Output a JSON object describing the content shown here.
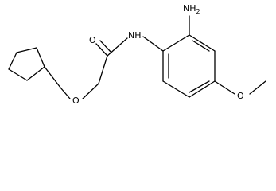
{
  "structure": {
    "atoms": {
      "amine": {
        "symbol": "NH",
        "subscript": "2"
      },
      "amide_nh": {
        "symbol": "NH"
      },
      "carbonyl_o": {
        "symbol": "O"
      },
      "ether_o": {
        "symbol": "O"
      },
      "methoxy_o": {
        "symbol": "O"
      }
    }
  }
}
